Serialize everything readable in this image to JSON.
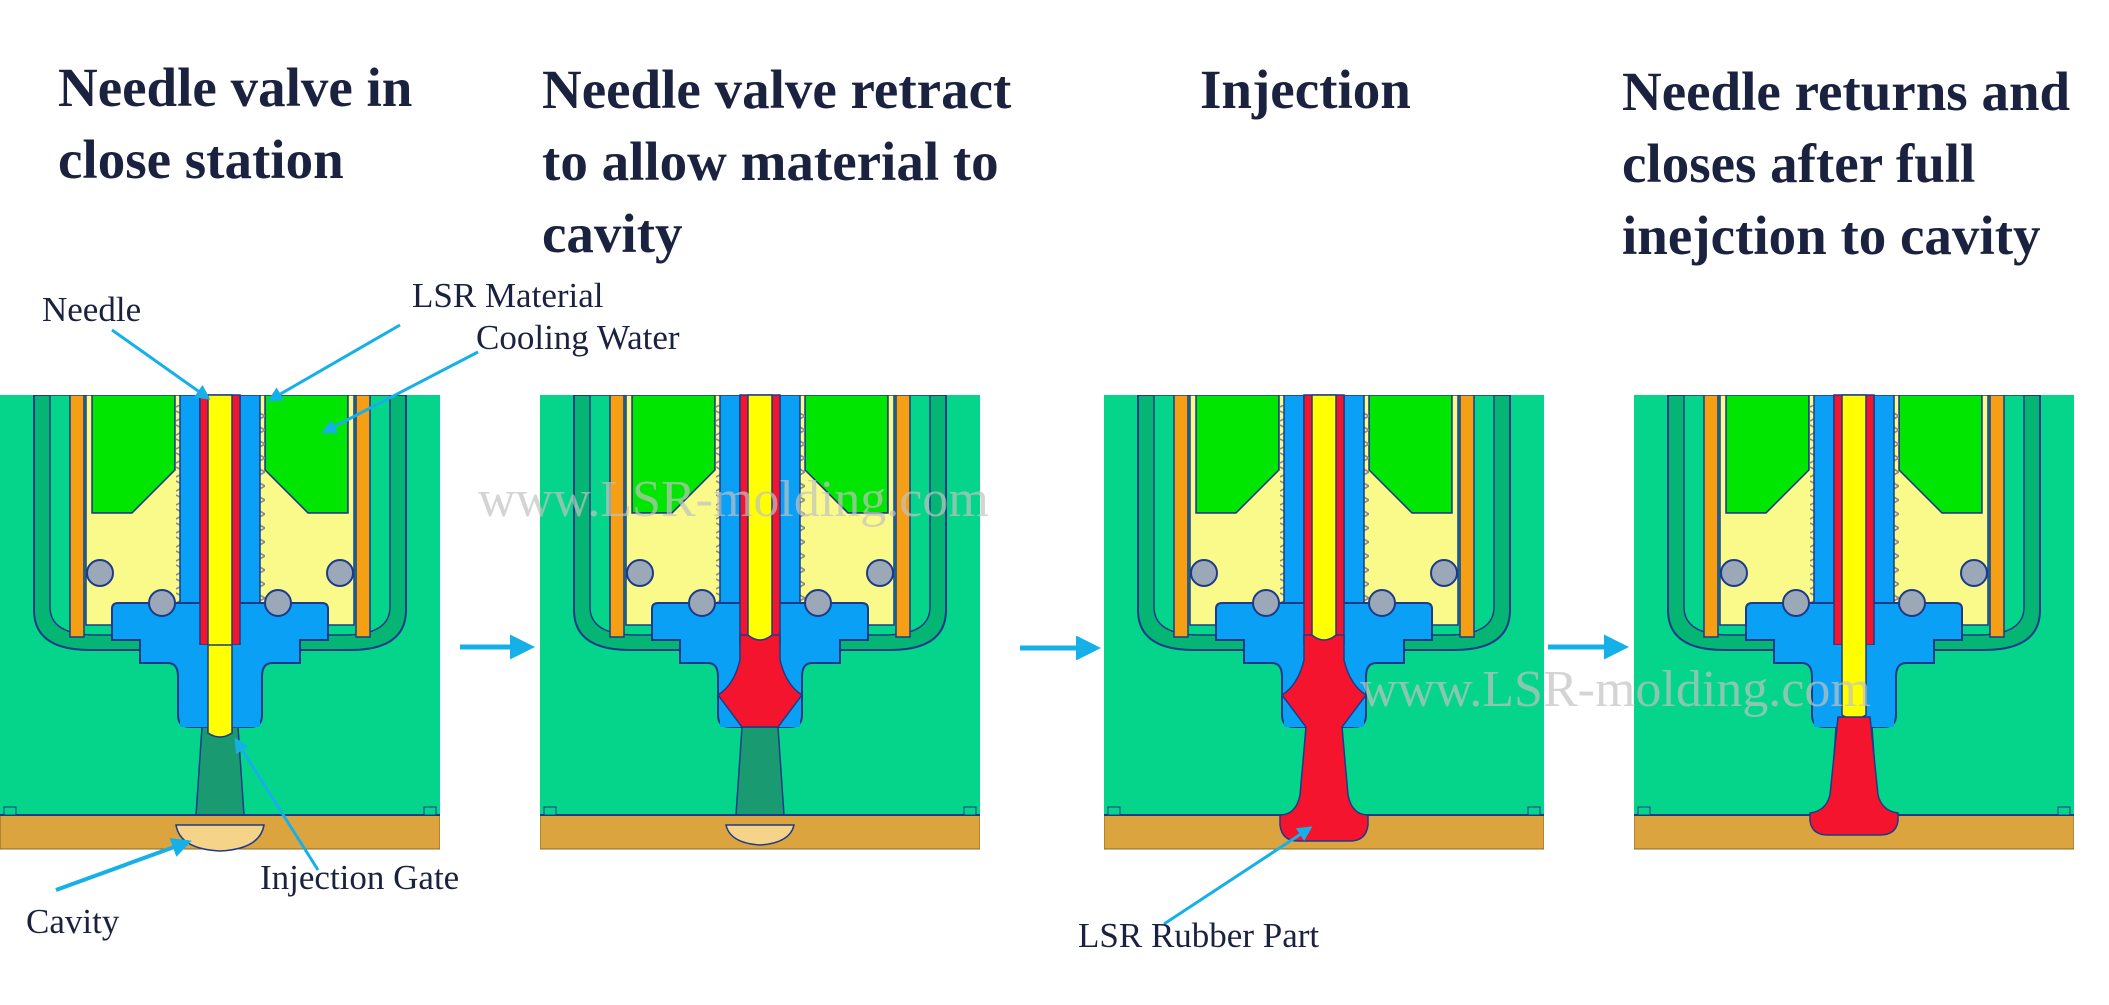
{
  "titles": [
    "Needle valve in\nclose station",
    "Needle valve retract\nto allow material to\ncavity",
    "Injection",
    "Needle returns and\ncloses after full\ninejction to cavity"
  ],
  "labels": {
    "needle": "Needle",
    "lsr_material": "LSR Material",
    "cooling_water": "Cooling Water",
    "injection_gate": "Injection Gate",
    "cavity": "Cavity",
    "lsr_rubber_part": "LSR Rubber Part"
  },
  "watermark": "www.LSR-molding.com",
  "colors": {
    "mold": "#05d58a",
    "mold_shade": "#04b574",
    "plate": "#dba43f",
    "cooling": "#00e600",
    "nozzle": "#fafa8a",
    "body_blue": "#0aa0f5",
    "needle_yellow": "#ffff00",
    "lsr_red": "#f5142d",
    "sleeve_orange": "#f5a014",
    "arrow": "#16b0e8",
    "text": "#1b2240"
  },
  "panels": [
    {
      "state": "closed"
    },
    {
      "state": "retracted"
    },
    {
      "state": "injection"
    },
    {
      "state": "returned"
    }
  ]
}
